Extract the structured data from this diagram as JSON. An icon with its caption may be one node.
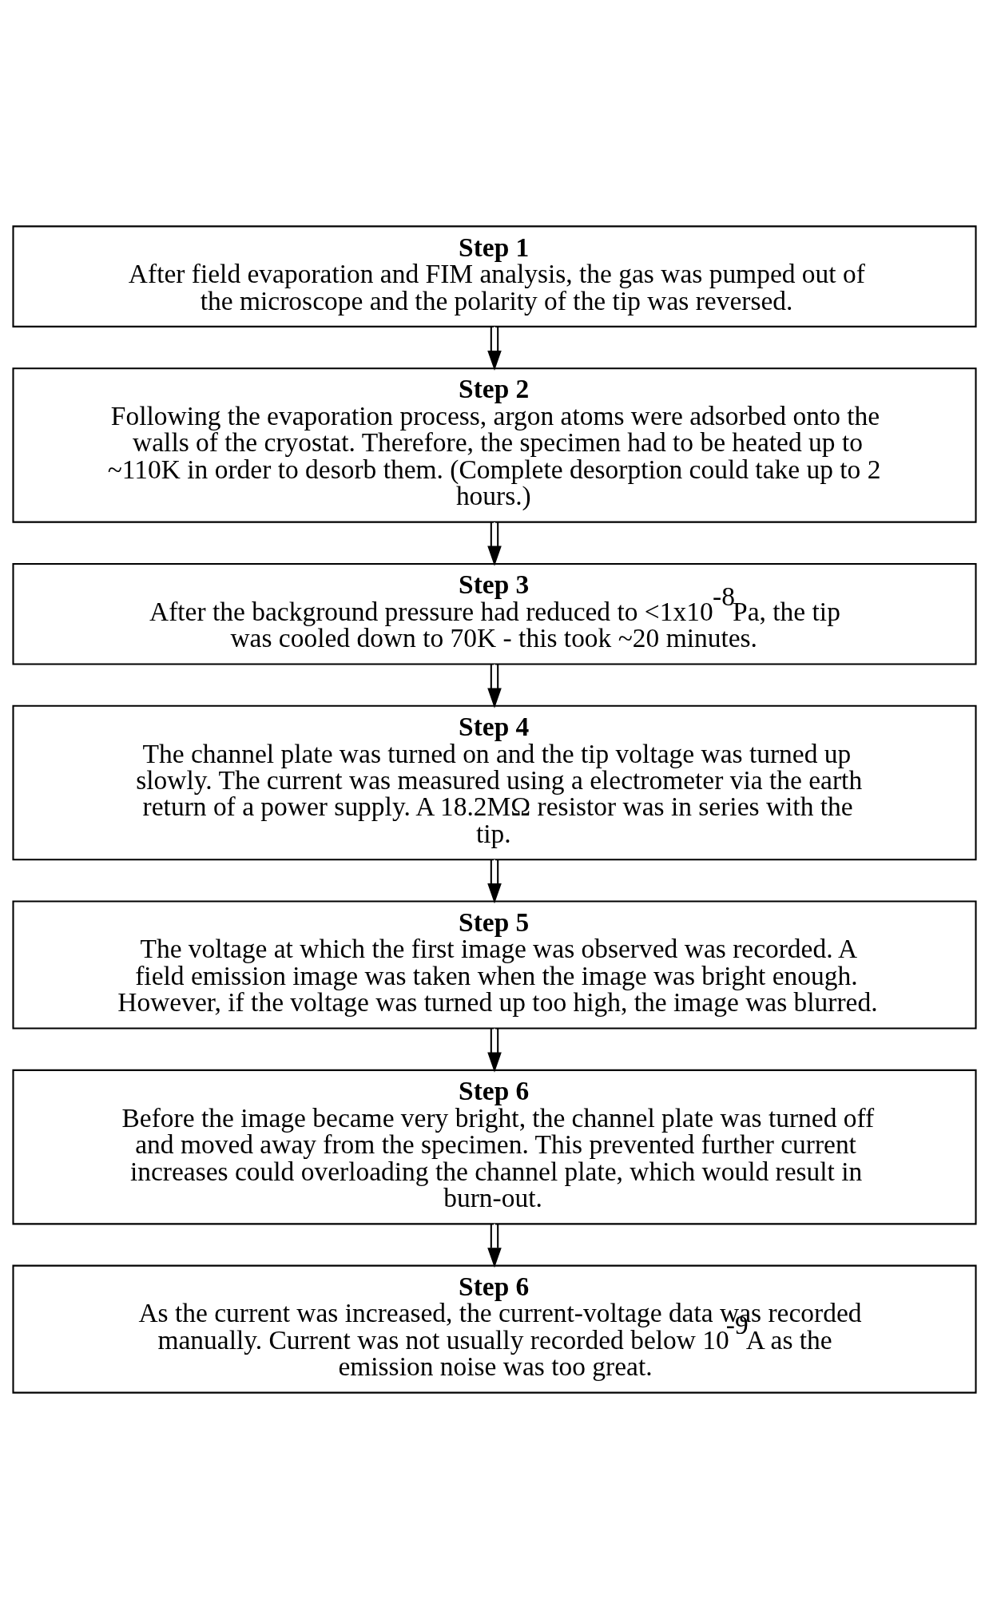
{
  "diagram": {
    "nodes": [
      {
        "text": [
          "Step 1",
          "After field evaporation and FIM analysis, the gas was pumped out of the microscope and the polarity of the tip was reversed."
        ]
      },
      {
        "text": [
          "Step 2",
          "Following the evaporation process, argon atoms were adsorbed onto the walls of the cryostat. Therefore, the specimen had to be heated up to ~110K in order to desorb them. (Complete desorption could take up to 2 hours.)"
        ]
      },
      {
        "text": [
          "Step 3",
          "After the background pressure had reduced to <1x10$^{-8}$Pa, the tip was cooled down to 70K - this took ~20 minutes."
        ]
      },
      {
        "text": [
          "Step 4",
          "The channel plate was turned on and the tip voltage was turned up slowly. The current was measured using a electrometer via the earth return of a power supply. A 18.2MΩ resistor was in series with the tip."
        ]
      },
      {
        "text": [
          "Step 5",
          "The voltage at which the first image was observed was recorded. A field emission image was taken when the image was bright enough. However, if the voltage was turned up too high, the image was blurred."
        ]
      },
      {
        "text": [
          "Step 6",
          "Before the image became very bright, the channel plate was turned off and moved away from the specimen. This prevented further current increases could overloading the channel plate, which would result in burn-out."
        ]
      },
      {
        "text": [
          "Step 6",
          "As the current was increased, the current-voltage data was recorded manually. Current was not usually recorded below 10$^{-9}$A as the emission noise was too great."
        ]
      }
    ],
    "edges": [
      {
        "from": 0,
        "to": 1,
        "arrow": "to"
      },
      {
        "from": 1,
        "to": 2,
        "arrow": "to"
      },
      {
        "from": 2,
        "to": 3,
        "arrow": "to"
      },
      {
        "from": 3,
        "to": 4,
        "arrow": "to"
      },
      {
        "from": 4,
        "to": 5,
        "arrow": "to"
      },
      {
        "from": 5,
        "to": 6,
        "arrow": "to"
      }
    ]
  }
}
